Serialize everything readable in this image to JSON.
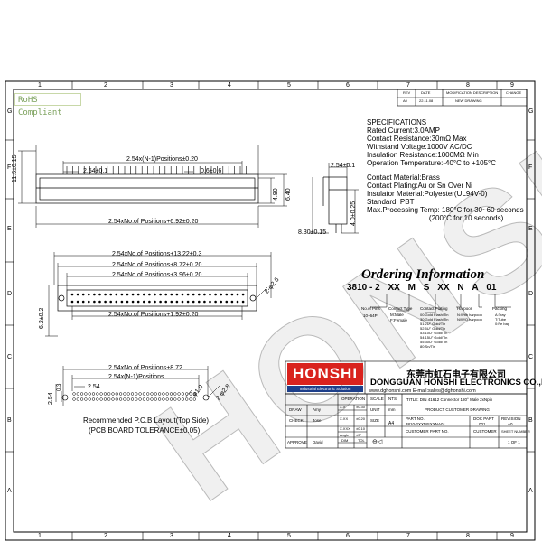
{
  "frame": {
    "col_labels": [
      "1",
      "2",
      "3",
      "4",
      "5",
      "6",
      "7",
      "8",
      "9"
    ],
    "row_labels": [
      "G",
      "F",
      "E",
      "D",
      "C",
      "B",
      "A"
    ]
  },
  "rohs": "RoHS Compliant",
  "watermark": "HONSHI",
  "revision_table": {
    "headers": [
      "REV",
      "DATE",
      "MODIFICATION DESCRIPTION",
      "CHANGE"
    ],
    "row": [
      "A0",
      "22.11.08",
      "NEW DRAWING",
      ""
    ]
  },
  "specs": {
    "title": "SPECIFICATIONS",
    "lines": [
      "Rated Current:3.0AMP",
      "Contact Resistance:30mΩ Max",
      "Withstand Voltage:1000V AC/DC",
      "Insulation Resistance:1000MΩ Min",
      "Operation Temperature:-40°C to +105°C",
      "",
      "Contact Material:Brass",
      "Contact Plating:Au or Sn Over Ni",
      "Insulator Material:Polyester(UL94V-0)",
      "Standard:           PBT",
      "Max.Processing Temp: 180°C for 30~60 seconds",
      "                               (200°C for 10 seconds)"
    ]
  },
  "ordering": {
    "title": "Ordering Information",
    "code": [
      "3810 - 2",
      "XX",
      "M",
      "S",
      "XX",
      "N",
      "A",
      "01"
    ],
    "labels": [
      {
        "head": "No.of Pins",
        "body": [
          "10~64P"
        ]
      },
      {
        "head": "Contact Type",
        "body": [
          "M:Male",
          "F:Female"
        ]
      },
      {
        "head": "Contact Plating",
        "body": [
          "00:Gold Flash/Tin",
          "30:Gold Flash/Tin",
          "51:2U\" Gold/Tin",
          "52:5U\" Gold/Tin",
          "53:10U\" Gold/Tin",
          "54:15U\" Gold/Tin",
          "55:30U\" Gold/Tin",
          "80:Sn/Tin"
        ]
      },
      {
        "head": "Harpoon",
        "body": [
          "N:With harpoon",
          "N/W/O harpoon"
        ]
      },
      {
        "head": "Packing",
        "body": [
          "A:Tray",
          "T:Tube",
          "0:Pe bag"
        ]
      }
    ]
  },
  "dims": {
    "top_view": [
      "2.54x(N-1)Positions±0.20",
      "2.54±0.1",
      "0.6±0.6",
      "2.54xNo.of Positions+6.92±0.20",
      "11.5±0.15"
    ],
    "side_view": [
      "2.54±0.1",
      "4.90",
      "6.40",
      "4.0±0.25",
      "8.30±0.15"
    ],
    "front_view": [
      "2.54xNo.of Positions+13.22±0.3",
      "2.54xNo.of Positions+8.72±0.20",
      "2.54xNo.of Positions+3.96±0.20",
      "2.54xNo.of Positions+1.92±0.20",
      "6.2±0.2",
      "2-φ2.6"
    ],
    "pcb": [
      "2.54xNo.of Positions+8.72",
      "2.54x(N-1)Positions",
      "2.54",
      "2.54",
      "0.3",
      "2-φ2.8",
      "φ1.0"
    ],
    "pcb_caption": [
      "Recommended P.C.B Layout(Top Side)",
      "(PCB BOARD TOLERANCE±0.05)"
    ]
  },
  "title_block": {
    "drawn_label": "DRAW",
    "drawn_by": "Amy",
    "check_label": "CHECK",
    "check_by": "Jose",
    "approve_label": "APPROVE",
    "approve_by": "David",
    "operation": "OPERATION",
    "tolerances": [
      [
        "X.X",
        "±0.30"
      ],
      [
        "X.XX",
        "±0.20"
      ],
      [
        "X.XXX",
        "±0.10"
      ],
      [
        "Angle",
        "±3°"
      ]
    ],
    "dim_label": "DIM",
    "tol_label": "TOL",
    "scale_label": "SCALE",
    "scale": "NTS",
    "unit_label": "UNIT",
    "unit": "mm",
    "size_label": "SIZE",
    "size": "A4",
    "title": "TITLE: DIN 41612 Connector 180° Male 2xNpin",
    "doc_type": "PRODUCT CUSTOMER DRAWING",
    "part_no_label": "PART NO.",
    "part_no": "3810-2XXMSXXNA01",
    "doc_part_label": "DOC PART",
    "doc_part": "001",
    "revision_label": "REVISION",
    "revision": "A0",
    "customer_part_label": "CUSTOMER PART NO.",
    "customer_label": "CUSTOMER",
    "customer": "",
    "sheet_label": "SHEET NUMBER",
    "sheet": "1 OF 1"
  },
  "company": {
    "logo": "HONSHI",
    "logo_sub": "Industrial Electronic Solution",
    "name_cn": "东莞市虹石电子有限公司",
    "name_en": "DONGGUAN HONSHI ELECTRONICS CO.,LTD",
    "contact": "www.dghonshi.com    E-mail:sales@dghonshi.com"
  }
}
